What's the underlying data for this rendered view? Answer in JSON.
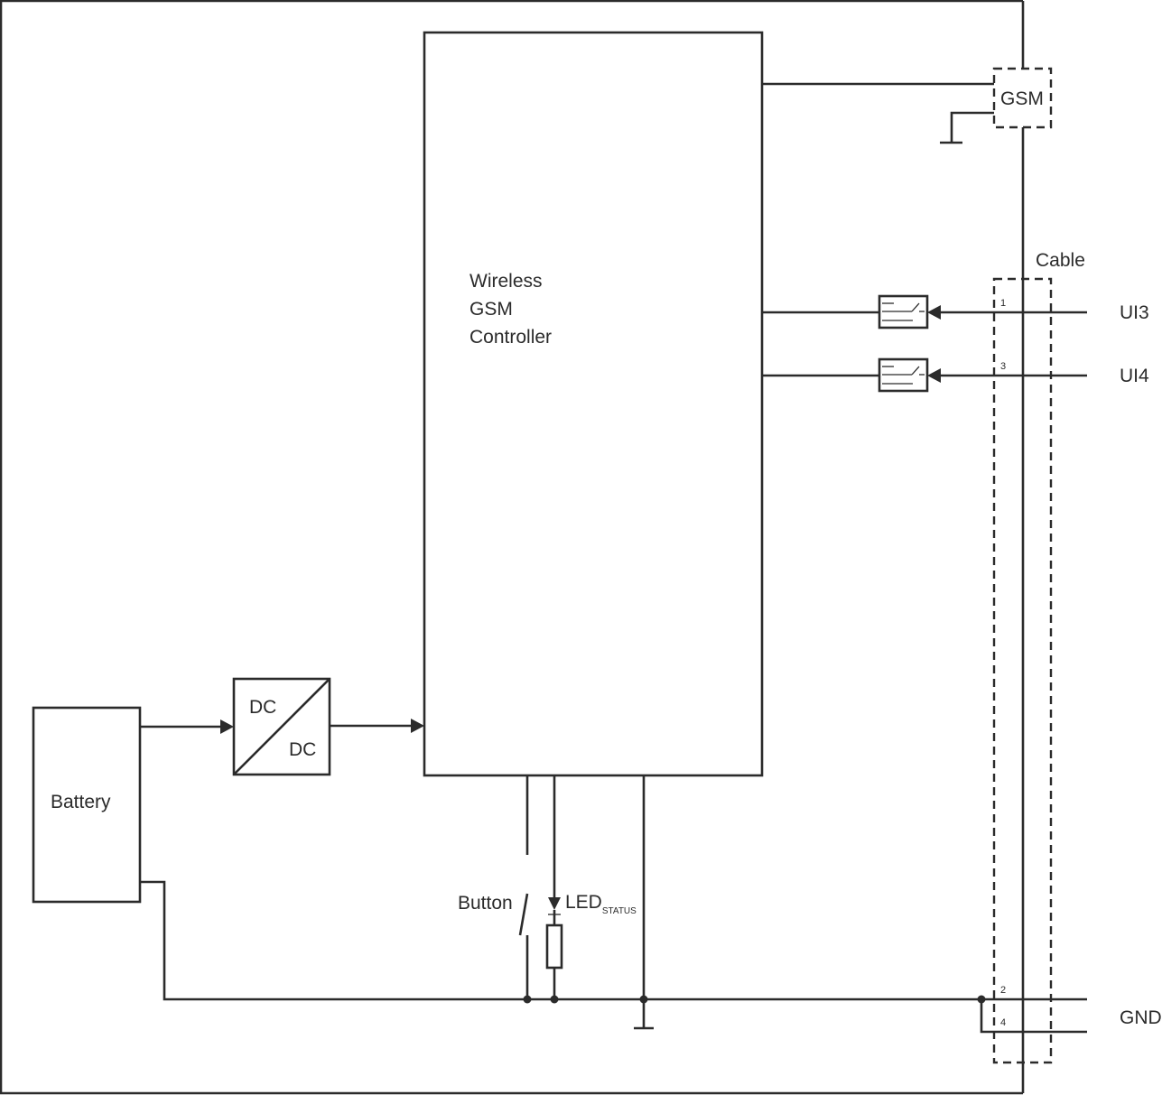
{
  "controller": {
    "line1": "Wireless",
    "line2": "GSM",
    "line3": "Controller"
  },
  "converter": {
    "top": "DC",
    "bottom": "DC"
  },
  "battery": {
    "label": "Battery"
  },
  "antenna": {
    "label": "GSM"
  },
  "cable": {
    "label": "Cable"
  },
  "inputs": {
    "ui3": "UI3",
    "ui4": "UI4",
    "gnd": "GND"
  },
  "pins": {
    "p1": "1",
    "p3": "3",
    "p2": "2",
    "p4": "4"
  },
  "button": {
    "label": "Button"
  },
  "led": {
    "label": "LED",
    "subscript": "STATUS"
  }
}
